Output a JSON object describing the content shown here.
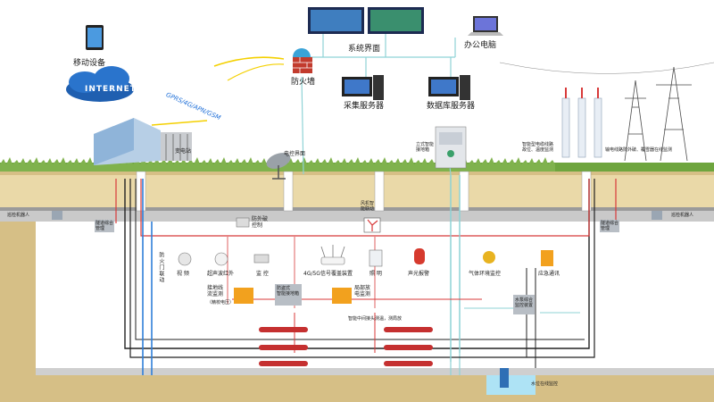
{
  "labels": {
    "mobile": "移动设备",
    "internet": "INTERNET",
    "network": "GPRS/4G/APN/GSM",
    "firewall": "防火墙",
    "system_ui": "系统界面",
    "office_pc": "办公电脑",
    "collect_server": "采集服务器",
    "db_server": "数据库服务器",
    "substation": "变电站",
    "electronic_ui": "电控界面",
    "grounding_box": "立式智能\n接地箱",
    "fiber_monitor": "智能型电缆线路\n故位、温度监测",
    "tower_monitor": "输电线路防外破、覆雪器在线监测",
    "patrol_robot_left": "巡检机器人",
    "patrol_robot_right": "巡检机器人",
    "box_left_1": "隧道综合\n管理",
    "box_right_1": "隧道综合\n管理",
    "anti_damage": "防外破\n控制",
    "fan_link": "风机智\n能联动",
    "fire_door": "防火门联动",
    "video": "视 频",
    "ultrasonic": "超声波红外",
    "monitor": "监 控",
    "signal_5g": "4G/5G信号覆盖装置",
    "lighting": "照 明",
    "sound_light": "声光报警",
    "gas": "气体环境监控",
    "emergency": "应急通讯",
    "ground_current": "接地线\n流监测",
    "ground_current_sub": "（精校电压）",
    "anti_theft": "防盗式\n智能接地箱",
    "partial_discharge": "局部放\n电监测",
    "pump_control": "水泵综合\n监控装置",
    "smart_joint": "智能中间接头测温，测局放",
    "water_level": "水位在线监控"
  },
  "colors": {
    "sky": "#ffffff",
    "soil_top": "#e9d7a4",
    "soil_mid": "#d6bf86",
    "grass": "#7fb24d",
    "tunnel": "#ffffff",
    "fiber": "#8fd3d6",
    "red_line": "#d83a3a",
    "dark_line": "#222222",
    "blue_link": "#2f7ed8",
    "orange_box": "#f2a11e",
    "gray_box": "#b8bec5"
  },
  "icons": [
    "tablet-icon",
    "cloud-icon",
    "firewall-icon",
    "monitor-icon",
    "laptop-icon",
    "server-icon",
    "building-icon",
    "satellite-icon",
    "tower-icon",
    "insulator-icon",
    "camera-icon",
    "router-icon",
    "light-icon",
    "alarm-icon",
    "gas-icon",
    "phone-icon",
    "fan-icon",
    "pump-icon",
    "cabinet-icon"
  ]
}
